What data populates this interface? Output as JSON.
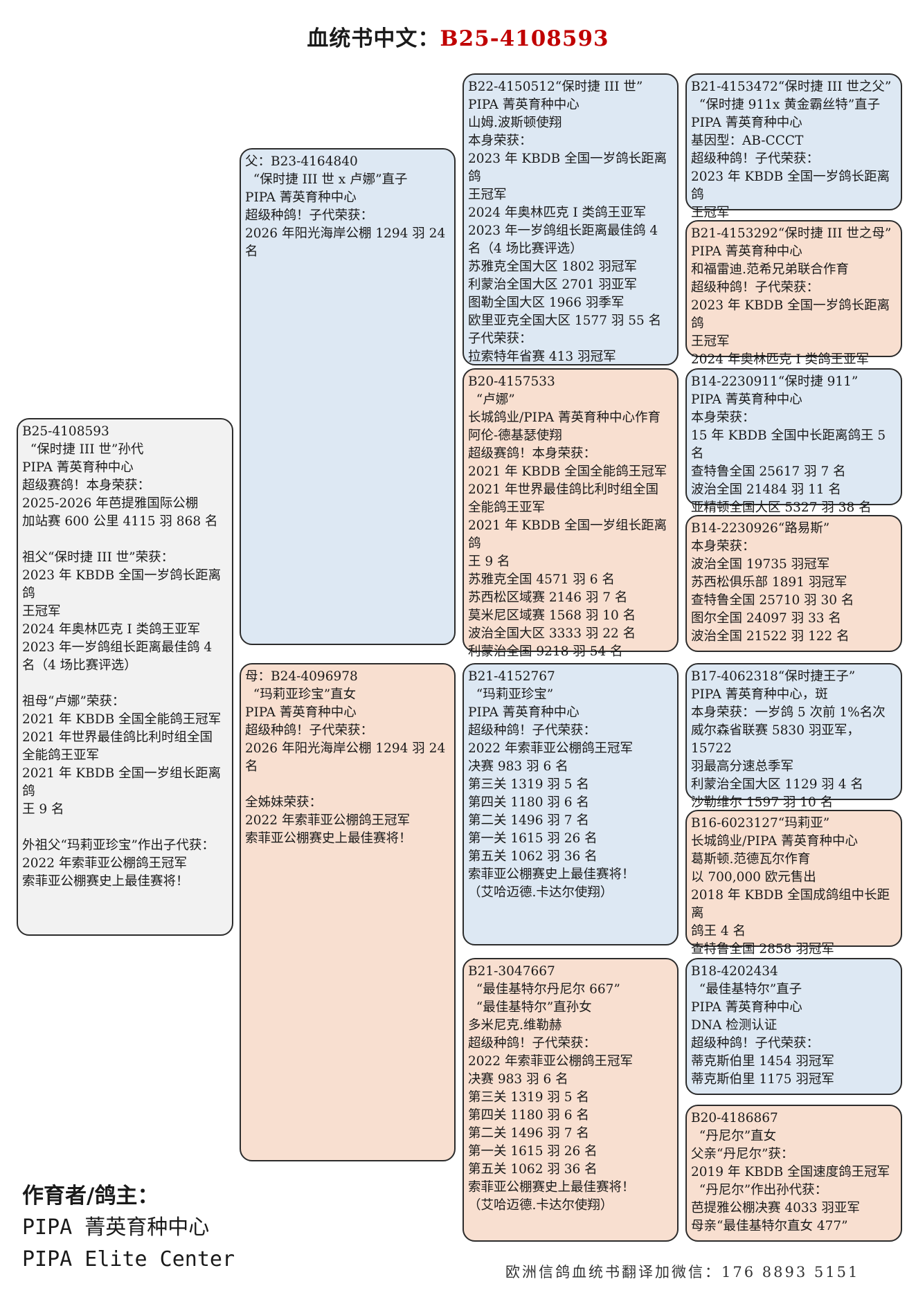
{
  "title": {
    "prefix": "血统书中文：",
    "pigeon_id": "B25-4108593"
  },
  "subject": {
    "lines": [
      "B25-4108593",
      "  “保时捷 III 世”孙代",
      "PIPA 菁英育种中心",
      "超级赛鸽！本身荣获：",
      "2025-2026 年芭提雅国际公棚",
      "加站赛 600 公里 4115 羽 868 名",
      "",
      "祖父“保时捷 III 世”荣获：",
      "2023 年 KBDB 全国一岁鸽长距离鸽",
      "王冠军",
      "2024 年奥林匹克 I 类鸽王亚军",
      "2023 年一岁鸽组长距离最佳鸽 4",
      "名（4 场比赛评选）",
      "",
      "祖母“卢娜”荣获：",
      "2021 年 KBDB 全国全能鸽王冠军",
      "2021 年世界最佳鸽比利时组全国",
      "全能鸽王亚军",
      "2021 年 KBDB 全国一岁组长距离鸽",
      "王 9 名",
      "",
      "外祖父“玛莉亚珍宝”作出子代获：",
      "2022 年索菲亚公棚鸽王冠军",
      "索菲亚公棚赛史上最佳赛将！"
    ]
  },
  "sire": {
    "lines": [
      "父：B23-4164840",
      "  “保时捷 III 世 x 卢娜”直子",
      "PIPA 菁英育种中心",
      "超级种鸽！子代荣获：",
      "2026 年阳光海岸公棚 1294 羽 24",
      "名"
    ]
  },
  "dam": {
    "lines": [
      "母：B24-4096978",
      "  “玛莉亚珍宝”直女",
      "PIPA 菁英育种中心",
      "超级种鸽！子代荣获：",
      "2026 年阳光海岸公棚 1294 羽 24",
      "名",
      "",
      "全姊妹荣获：",
      "2022 年索菲亚公棚鸽王冠军",
      "索菲亚公棚赛史上最佳赛将！"
    ]
  },
  "sire_sire": {
    "lines": [
      "B22-4150512“保时捷 III 世”",
      "PIPA 菁英育种中心",
      "山姆.波斯顿使翔",
      "本身荣获：",
      "2023 年 KBDB 全国一岁鸽长距离鸽",
      "王冠军",
      "2024 年奥林匹克 I 类鸽王亚军",
      "2023 年一岁鸽组长距离最佳鸽 4",
      "名（4 场比赛评选）",
      "苏雅克全国大区 1802 羽冠军",
      "利蒙治全国大区 2701 羽亚军",
      "图勒全国大区 1966 羽季军",
      "欧里亚克全国大区 1577 羽 55 名",
      "子代荣获：",
      "拉索特年省赛 413 羽冠军"
    ]
  },
  "sire_dam": {
    "lines": [
      "B20-4157533",
      "  “卢娜”",
      "长城鸽业/PIPA 菁英育种中心作育",
      "阿伦-德基瑟使翔",
      "超级赛鸽！本身荣获：",
      "2021 年 KBDB 全国全能鸽王冠军",
      "2021 年世界最佳鸽比利时组全国",
      "全能鸽王亚军",
      "2021 年 KBDB 全国一岁组长距离鸽",
      "王 9 名",
      "苏雅克全国 4571 羽 6 名",
      "苏西松区域赛 2146 羽 7 名",
      "莫米尼区域赛 1568 羽 10 名",
      "波治全国大区 3333 羽 22 名",
      "利蒙治全国 9218 羽 54 名"
    ]
  },
  "dam_sire": {
    "lines": [
      "B21-4152767",
      "  “玛莉亚珍宝”",
      "PIPA 菁英育种中心",
      "超级种鸽！子代荣获：",
      "2022 年索菲亚公棚鸽王冠军",
      "决赛 983 羽 6 名",
      "第三关 1319 羽 5 名",
      "第四关 1180 羽 6 名",
      "第二关 1496 羽 7 名",
      "第一关 1615 羽 26 名",
      "第五关 1062 羽 36 名",
      "索菲亚公棚赛史上最佳赛将！",
      "（艾哈迈德.卡达尔使翔）"
    ]
  },
  "dam_dam": {
    "lines": [
      "B21-3047667",
      "  “最佳基特尔丹尼尔 667”",
      "  “最佳基特尔”直孙女",
      "多米尼克.维勒赫",
      "超级种鸽！子代荣获：",
      "2022 年索菲亚公棚鸽王冠军",
      "决赛 983 羽 6 名",
      "第三关 1319 羽 5 名",
      "第四关 1180 羽 6 名",
      "第二关 1496 羽 7 名",
      "第一关 1615 羽 26 名",
      "第五关 1062 羽 36 名",
      "索菲亚公棚赛史上最佳赛将！",
      "（艾哈迈德.卡达尔使翔）"
    ]
  },
  "ss_sire": {
    "lines": [
      "B21-4153472“保时捷 III 世之父”",
      "  “保时捷 911x 黄金霸丝特”直子",
      "PIPA 菁英育种中心",
      "基因型：AB-CCCT",
      "超级种鸽！子代荣获：",
      "2023 年 KBDB 全国一岁鸽长距离鸽",
      "王冠军"
    ]
  },
  "ss_dam": {
    "lines": [
      "B21-4153292“保时捷 III 世之母”",
      "PIPA 菁英育种中心",
      "和福雷迪.范希兄弟联合作育",
      "超级种鸽！子代荣获：",
      "2023 年 KBDB 全国一岁鸽长距离鸽",
      "王冠军",
      "2024 年奥林匹克 I 类鸽王亚军"
    ]
  },
  "sd_sire": {
    "lines": [
      "B14-2230911“保时捷 911”",
      "PIPA 菁英育种中心",
      "本身荣获：",
      "15 年 KBDB 全国中长距离鸽王 5 名",
      "查特鲁全国 25617 羽 7 名",
      "波治全国 21484 羽 11 名",
      "亚精顿全国大区 5327 羽 38 名"
    ]
  },
  "sd_dam": {
    "lines": [
      "B14-2230926“路易斯”",
      "本身荣获：",
      "波治全国 19735 羽冠军",
      "苏西松俱乐部 1891 羽冠军",
      "查特鲁全国 25710 羽 30 名",
      "图尔全国 24097 羽 33 名",
      "波治全国 21522 羽 122 名"
    ]
  },
  "ds_sire": {
    "lines": [
      "B17-4062318“保时捷王子”",
      "PIPA 菁英育种中心，斑",
      "本身荣获：一岁鸽 5 次前 1%名次",
      "威尔森省联赛 5830 羽亚军，15722",
      "羽最高分速总季军",
      "利蒙治全国大区 1129 羽 4 名",
      "沙勒维尔 1597 羽 10 名"
    ]
  },
  "ds_dam": {
    "lines": [
      "B16-6023127“玛莉亚”",
      "长城鸽业/PIPA 菁英育种中心",
      "葛斯顿.范德瓦尔作育",
      "以 700,000 欧元售出",
      "2018 年 KBDB 全国成鸽组中长距离",
      "鸽王 4 名",
      "查特鲁全国 2858 羽冠军"
    ]
  },
  "dd_sire": {
    "lines": [
      "B18-4202434",
      "  “最佳基特尔”直子",
      "PIPA 菁英育种中心",
      "DNA 检测认证",
      "超级种鸽！子代荣获：",
      "蒂克斯伯里 1454 羽冠军",
      "蒂克斯伯里 1175 羽冠军"
    ]
  },
  "dd_dam": {
    "lines": [
      "B20-4186867",
      "  “丹尼尔”直女",
      "父亲“丹尼尔”获：",
      "2019 年 KBDB 全国速度鸽王冠军",
      "  “丹尼尔”作出孙代获：",
      "芭提雅公棚决赛 4033 羽亚军",
      "母亲“最佳基特尔直女 477”"
    ]
  },
  "breeder": {
    "label": "作育者/鸽主：",
    "name_cn": "PIPA 菁英育种中心",
    "name_en": "PIPA Elite Center"
  },
  "footer": {
    "text": "欧洲信鸽血统书翻译加微信：176 8893 5151"
  },
  "colors": {
    "sire_side": "#dde8f3",
    "dam_side": "#f8dfd0",
    "subject": "#f2f2f2",
    "accent": "#c00000"
  }
}
